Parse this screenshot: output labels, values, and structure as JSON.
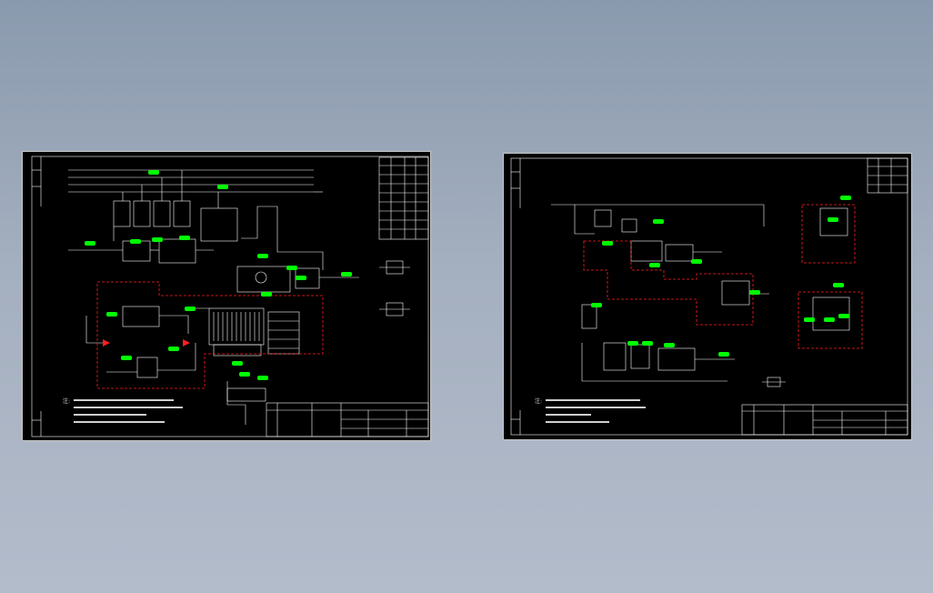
{
  "viewer": {
    "background_top": "#8a9aae",
    "background_bottom": "#b3bccb"
  },
  "colors": {
    "drawing_bg": "#000000",
    "lines": "#ffffff",
    "tags": "#00ff00",
    "zone_boundary": "#ff0000"
  },
  "sheets": [
    {
      "id": "left",
      "note_prefix": "注:",
      "tag_count": 18,
      "has_red_zone": true
    },
    {
      "id": "right",
      "note_prefix": "注:",
      "tag_count": 16,
      "has_red_zone": true
    }
  ]
}
